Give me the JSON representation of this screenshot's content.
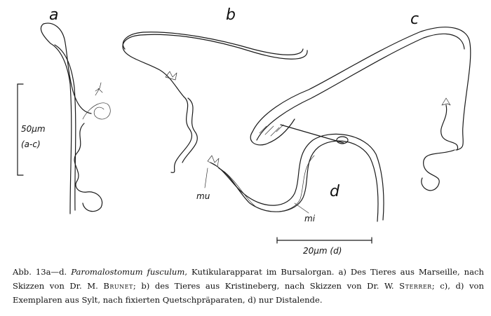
{
  "panels": {
    "a": "a",
    "b": "b",
    "c": "c",
    "d": "d"
  },
  "labels": {
    "mu": "mu",
    "mi": "mi"
  },
  "scale_bars": {
    "left_value": "50μm",
    "left_scope": "(a-c)",
    "bottom_text": "20μm (d)"
  },
  "caption": {
    "prefix": "Abb. 13a—d. ",
    "species": "Paromalostomum fusculum",
    "part1": ", Kutikularapparat im Bursalorgan. a) Des Tieres aus Marseille, nach Skizzen von Dr. M. ",
    "name1": "Brunet",
    "part2": "; b) des Tieres aus Kristineberg, nach Skizzen von Dr. W. ",
    "name2": "Sterrer",
    "part3": "; c), d) von Exemplaren aus Sylt, nach fixierten Quetschpräparaten, d) nur Distalende."
  }
}
